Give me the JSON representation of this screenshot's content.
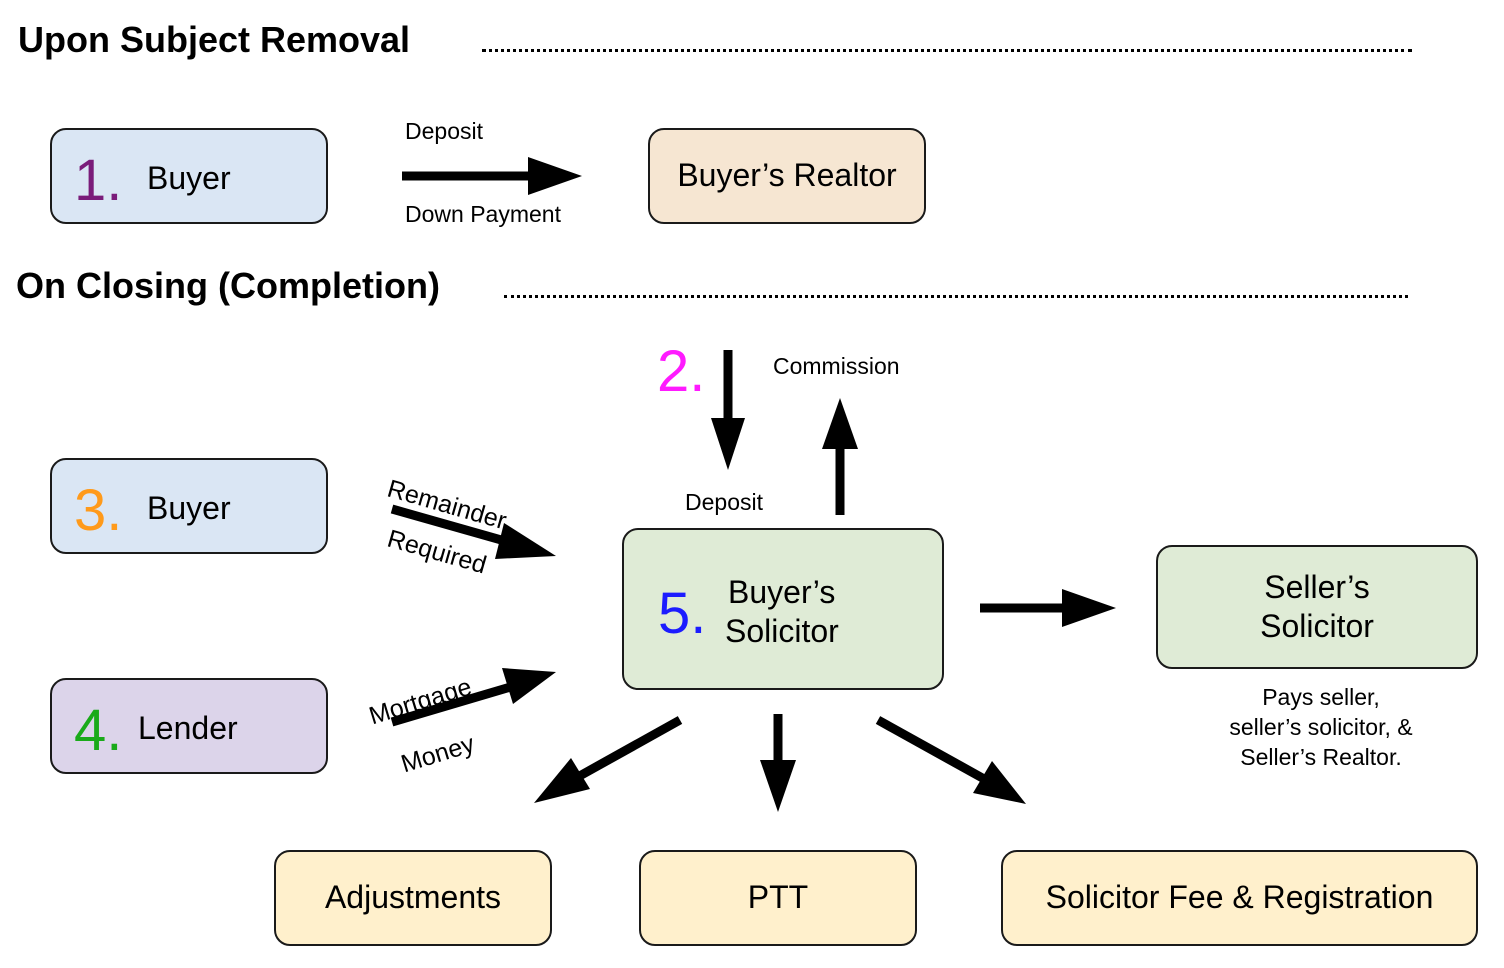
{
  "sections": {
    "subject_removal": "Upon Subject Removal",
    "closing": "On Closing (Completion)"
  },
  "nodes": {
    "buyer1": {
      "number": "1.",
      "label": "Buyer",
      "fill": "#dae6f4",
      "number_color": "#7a1c7a"
    },
    "buyers_realtor": {
      "label": "Buyer’s Realtor",
      "fill": "#f6e6d2"
    },
    "buyer3": {
      "number": "3.",
      "label": "Buyer",
      "fill": "#dae6f4",
      "number_color": "#ff9a1a"
    },
    "lender": {
      "number": "4.",
      "label": "Lender",
      "fill": "#dcd4ea",
      "number_color": "#1aaa1a"
    },
    "buyers_solicitor": {
      "number": "5.",
      "label_line1": "Buyer’s",
      "label_line2": "Solicitor",
      "fill": "#dfebd6",
      "number_color": "#1c1cff"
    },
    "sellers_solicitor": {
      "label_line1": "Seller’s",
      "label_line2": "Solicitor",
      "fill": "#dfebd6"
    },
    "adjustments": {
      "label": "Adjustments",
      "fill": "#fff0cc"
    },
    "ptt": {
      "label": "PTT",
      "fill": "#fff0cc"
    },
    "solicitor_fee": {
      "label": "Solicitor Fee & Registration",
      "fill": "#fff0cc"
    }
  },
  "step2": {
    "number": "2.",
    "number_color": "#ff1aff"
  },
  "edges": {
    "deposit_top": "Deposit",
    "down_payment": "Down Payment",
    "commission": "Commission",
    "deposit": "Deposit",
    "remainder": "Remainder",
    "required": "Required",
    "mortgage": "Mortgage",
    "money": "Money"
  },
  "notes": {
    "line1": "Pays seller,",
    "line2": "seller’s solicitor, &",
    "line3": "Seller’s Realtor."
  }
}
